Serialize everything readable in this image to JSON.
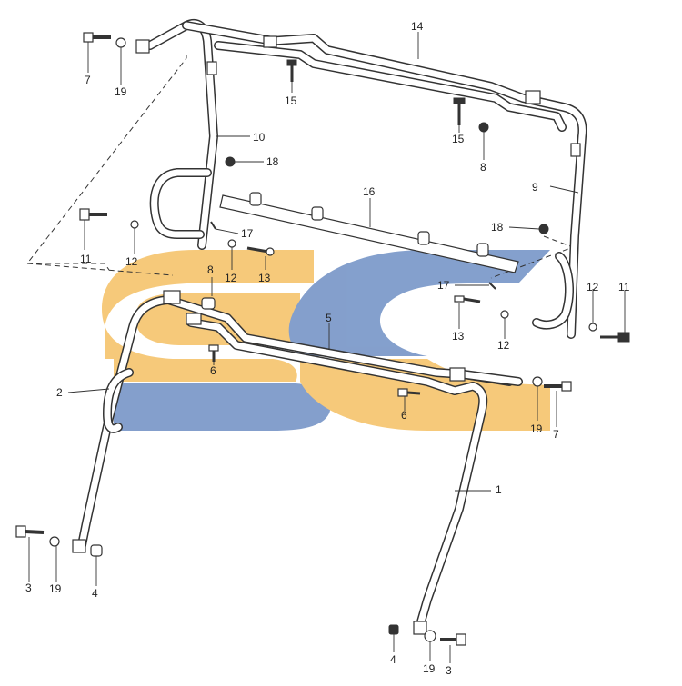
{
  "watermark": {
    "text": "SC",
    "colors": {
      "yellow": "#F5C063",
      "blue": "#6F8FC4"
    }
  },
  "callouts": {
    "c1": "1",
    "c2": "2",
    "c3a": "3",
    "c3b": "3",
    "c4a": "4",
    "c4b": "4",
    "c5": "5",
    "c6a": "6",
    "c6b": "6",
    "c7a": "7",
    "c7b": "7",
    "c8a": "8",
    "c8b": "8",
    "c9": "9",
    "c10": "10",
    "c11a": "11",
    "c11b": "11",
    "c12a": "12",
    "c12b": "12",
    "c12c": "12",
    "c12d": "12",
    "c13a": "13",
    "c13b": "13",
    "c14": "14",
    "c15a": "15",
    "c15b": "15",
    "c16": "16",
    "c17a": "17",
    "c17b": "17",
    "c18a": "18",
    "c18b": "18",
    "c19a": "19",
    "c19b": "19",
    "c19c": "19",
    "c19d": "19"
  }
}
